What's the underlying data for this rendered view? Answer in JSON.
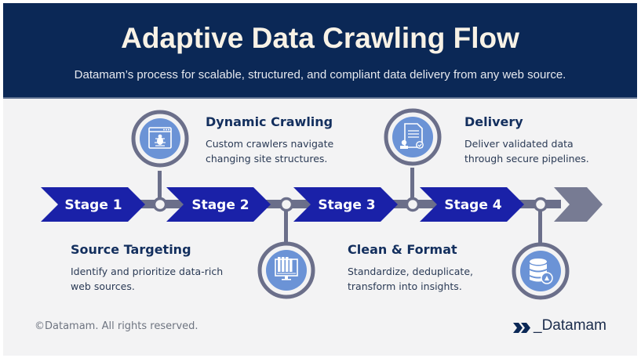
{
  "header": {
    "title": "Adaptive Data Crawling Flow",
    "subtitle": "Datamam’s process for scalable, structured, and compliant data delivery from any web source."
  },
  "colors": {
    "header_bg": "#0b2856",
    "stage_arrow": "#1a21a8",
    "connector": "#6b6f8a",
    "icon_fill": "#6b93d6",
    "heading_text": "#132f5e"
  },
  "stages": [
    {
      "label": "Stage 1",
      "heading": "Source Targeting",
      "description_line1": "Identify and prioritize data-rich",
      "description_line2": "web sources.",
      "icon": "library-monitor-icon",
      "icon_position": "below"
    },
    {
      "label": "Stage 2",
      "heading": "Dynamic Crawling",
      "description_line1": "Custom crawlers navigate",
      "description_line2": "changing site structures.",
      "icon": "browser-bug-icon",
      "icon_position": "above"
    },
    {
      "label": "Stage 3",
      "heading": "Clean & Format",
      "description_line1": "Standardize, deduplicate,",
      "description_line2": "transform into insights.",
      "icon": "database-clean-icon",
      "icon_position": "below"
    },
    {
      "label": "Stage 4",
      "heading": "Delivery",
      "description_line1": "Deliver validated data",
      "description_line2": "through secure pipelines.",
      "icon": "document-approval-icon",
      "icon_position": "above"
    }
  ],
  "footer": {
    "copyright": "©Datamam. All rights reserved.",
    "brand": "_Datamam",
    "brand_icon": "double-chevron-icon"
  }
}
